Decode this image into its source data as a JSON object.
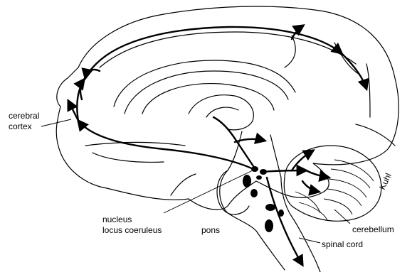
{
  "labels": {
    "cerebral_cortex_line1": "cerebral",
    "cerebral_cortex_line2": "cortex",
    "nucleus_line1": "nucleus",
    "nucleus_line2": "locus coeruleus",
    "pons": "pons",
    "cerebellum": "cerebellum",
    "spinal_cord": "spinal cord",
    "artist_signature": "Kuhl"
  }
}
